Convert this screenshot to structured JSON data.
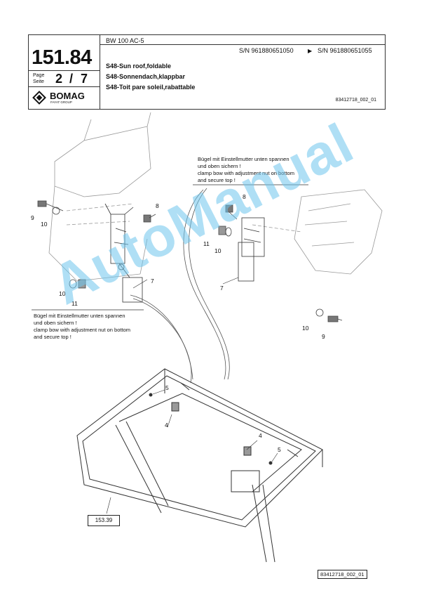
{
  "header": {
    "page_number": "151.84",
    "page_label_en": "Page",
    "page_label_de": "Seite",
    "page_current": "2",
    "page_separator": "/",
    "page_total": "7",
    "logo_text": "BOMAG",
    "logo_sub": "FAYAT GROUP",
    "model": "BW 100 AC-5",
    "serial_from": "S/N 961880651050",
    "serial_to": "S/N 961880651055",
    "title_en": "S48-Sun roof,foldable",
    "title_de": "S48-Sonnendach,klappbar",
    "title_fr": "S48-Toit pare soleil,rabattable",
    "doc_ref": "83412718_002_01"
  },
  "notes": {
    "top_right_de": "Bügel mit Einstellmutter unten spannen\nund oben sichern !",
    "top_right_en": "clamp bow with adjustment nut on bottom\nand secure top !",
    "left_de": "Bügel mit Einstellmutter unten spannen\nund oben sichern !",
    "left_en": "clamp bow with adjustment nut on bottom\nand secure top !"
  },
  "callouts": [
    "9",
    "10",
    "8",
    "11",
    "10",
    "7",
    "8",
    "11",
    "10",
    "7",
    "10",
    "9",
    "5",
    "4",
    "4",
    "5"
  ],
  "ref_box": "153.39",
  "footer_ref": "83412718_002_01",
  "watermark": "AutoManual"
}
